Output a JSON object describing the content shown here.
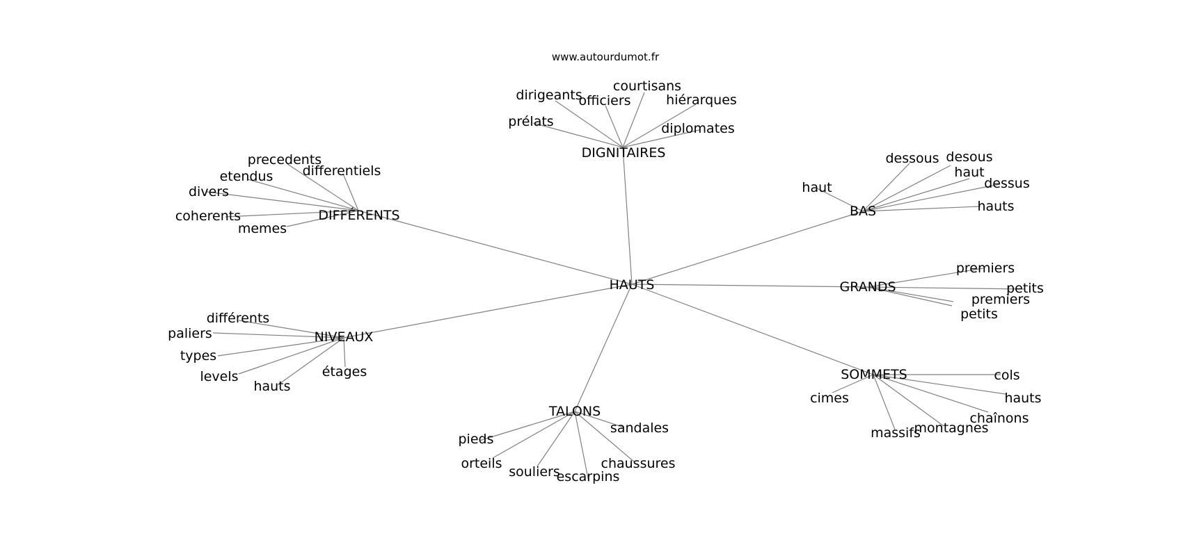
{
  "source": "www.autourdumot.fr",
  "center": "HAUTS",
  "clusters": [
    {
      "label": "DIGNITAIRES",
      "children": [
        "dirigeants",
        "courtisans",
        "officiers",
        "hiérarques",
        "prélats",
        "diplomates"
      ]
    },
    {
      "label": "DIFFÉRENTS",
      "children": [
        "precedents",
        "differentiels",
        "etendus",
        "divers",
        "coherents",
        "memes"
      ]
    },
    {
      "label": "BAS",
      "children": [
        "dessous",
        "desous",
        "haut",
        "dessus",
        "haut",
        "hauts"
      ]
    },
    {
      "label": "GRANDS",
      "children": [
        "premiers",
        "petits",
        "premiers",
        "petits"
      ]
    },
    {
      "label": "NIVEAUX",
      "children": [
        "différents",
        "paliers",
        "types",
        "levels",
        "hauts",
        "étages"
      ]
    },
    {
      "label": "SOMMETS",
      "children": [
        "cols",
        "cimes",
        "hauts",
        "chaînons",
        "massifs",
        "montagnes"
      ]
    },
    {
      "label": "TALONS",
      "children": [
        "sandales",
        "pieds",
        "orteils",
        "chaussures",
        "souliers",
        "escarpins"
      ]
    }
  ]
}
